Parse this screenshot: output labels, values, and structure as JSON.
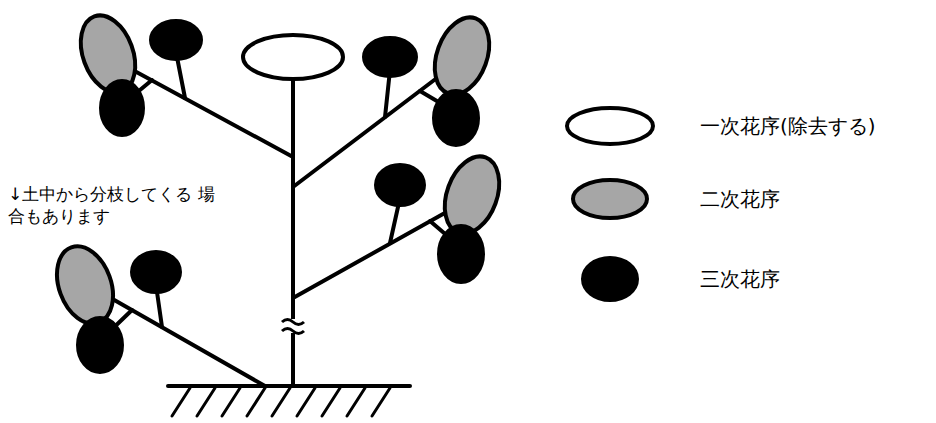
{
  "diagram": {
    "labels": [
      "↓土中から分枝してくる 場合もあります"
    ],
    "legend": [
      {
        "text": "一次花序(除去する)",
        "color": "#ffffff"
      },
      {
        "text": "二次花序",
        "color": "#a6a6a6"
      },
      {
        "text": "三次花序",
        "color": "#000000"
      }
    ]
  }
}
